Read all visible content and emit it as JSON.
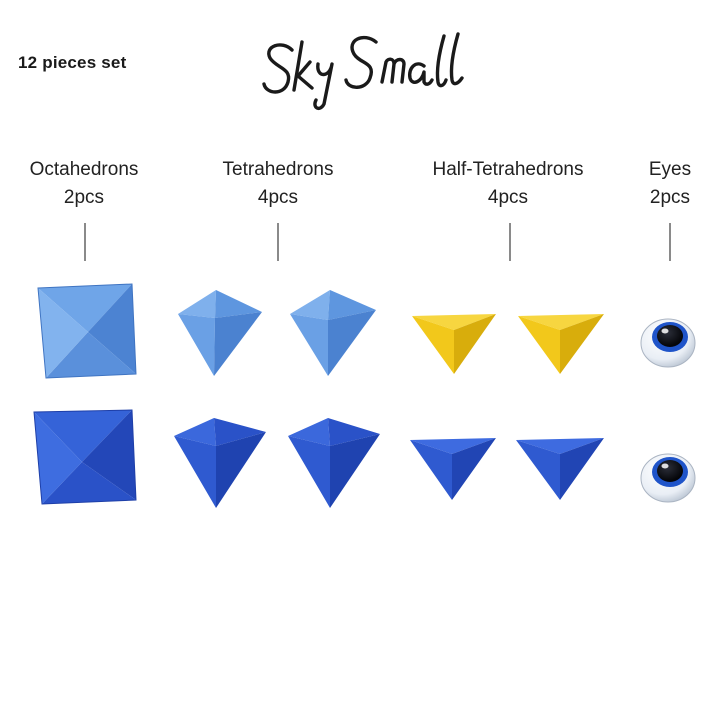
{
  "set_label": "12 pieces set",
  "title": "Sky Small",
  "colors": {
    "light_blue": "#5b95e0",
    "dark_blue": "#2a52cc",
    "yellow": "#f2c81b"
  },
  "columns": [
    {
      "name": "Octahedrons",
      "count": "2pcs"
    },
    {
      "name": "Tetrahedrons",
      "count": "4pcs"
    },
    {
      "name": "Half-Tetrahedrons",
      "count": "4pcs"
    },
    {
      "name": "Eyes",
      "count": "2pcs"
    }
  ]
}
